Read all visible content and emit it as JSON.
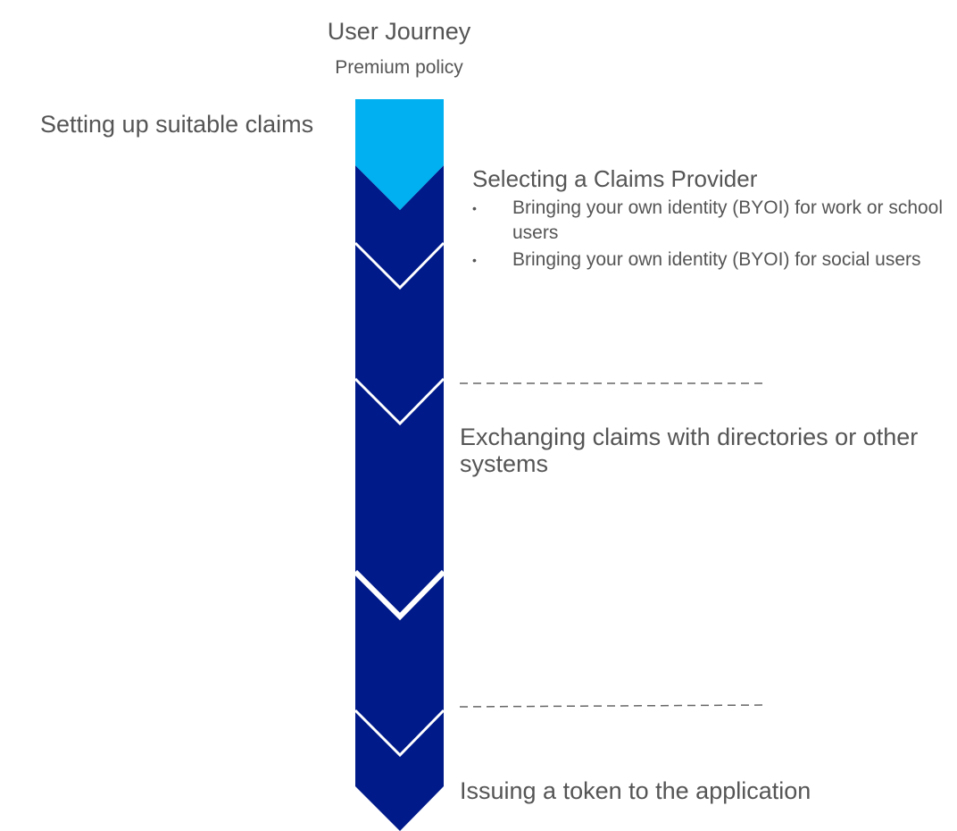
{
  "header": {
    "title": "User Journey",
    "subtitle": "Premium policy"
  },
  "steps": {
    "setup_claims": "Setting up suitable claims",
    "select_provider": {
      "title": "Selecting a Claims Provider",
      "bullets": [
        "Bringing your own identity (BYOI) for work or school users",
        "Bringing your own identity (BYOI) for social users"
      ]
    },
    "exchange_claims": "Exchanging claims with directories or other systems",
    "issue_token": "Issuing a token to the application"
  },
  "colors": {
    "light_chevron": "#00B0F0",
    "dark_chevron": "#001A8A",
    "text": "#555555",
    "divider": "#666666"
  },
  "bullet_glyph": "•"
}
